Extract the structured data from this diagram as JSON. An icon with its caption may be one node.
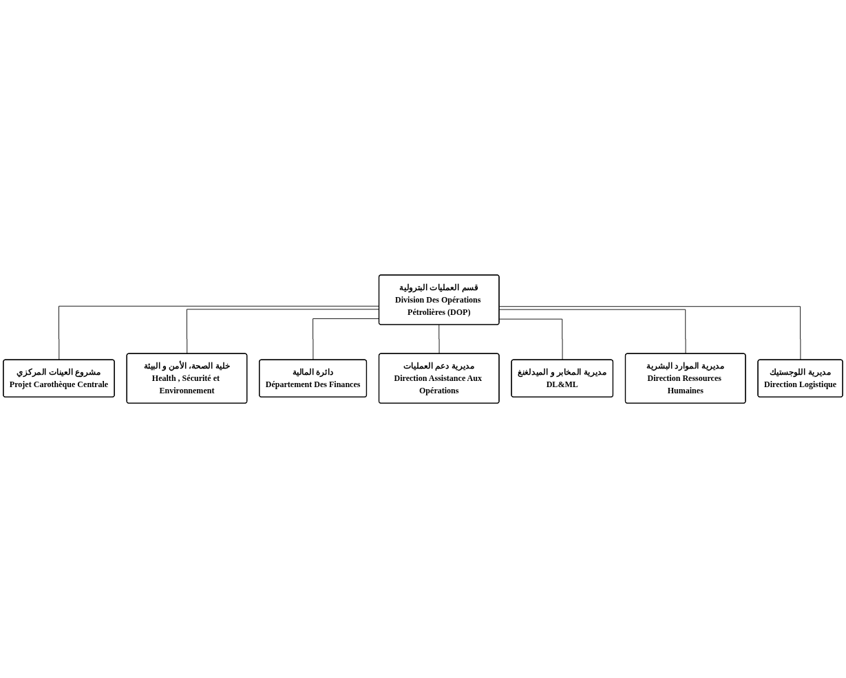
{
  "diagram": {
    "nodes": [
      {
        "text": [
          "قسم العمليات البترولية",
          "Division Des Opérations Pétrolières (DOP)"
        ]
      },
      {
        "text": [
          "مشروع العينات المركزي",
          "Projet Carothèque Centrale"
        ]
      },
      {
        "text": [
          "خلية الصحة، الأمن و البيئة",
          "Health , Sécurité et Environnement"
        ]
      },
      {
        "text": [
          "دائرة المالية",
          "Département Des Finances"
        ]
      },
      {
        "text": [
          "مديرية دعم العمليات",
          "Direction Assistance Aux Opérations"
        ]
      },
      {
        "text": [
          "مديرية المخابر و الميدلغنغ",
          "DL&ML"
        ]
      },
      {
        "text": [
          "مديرية الموارد البشرية",
          "Direction Ressources Humaines"
        ]
      },
      {
        "text": [
          "مديرية اللوجستيك",
          "Direction Logistique"
        ]
      }
    ],
    "edges": [
      {
        "from": 0,
        "to": 1,
        "arrow": "none"
      },
      {
        "from": 0,
        "to": 2,
        "arrow": "none"
      },
      {
        "from": 0,
        "to": 3,
        "arrow": "none"
      },
      {
        "from": 0,
        "to": 4,
        "arrow": "none"
      },
      {
        "from": 0,
        "to": 5,
        "arrow": "none"
      },
      {
        "from": 0,
        "to": 6,
        "arrow": "none"
      },
      {
        "from": 0,
        "to": 7,
        "arrow": "none"
      }
    ]
  }
}
